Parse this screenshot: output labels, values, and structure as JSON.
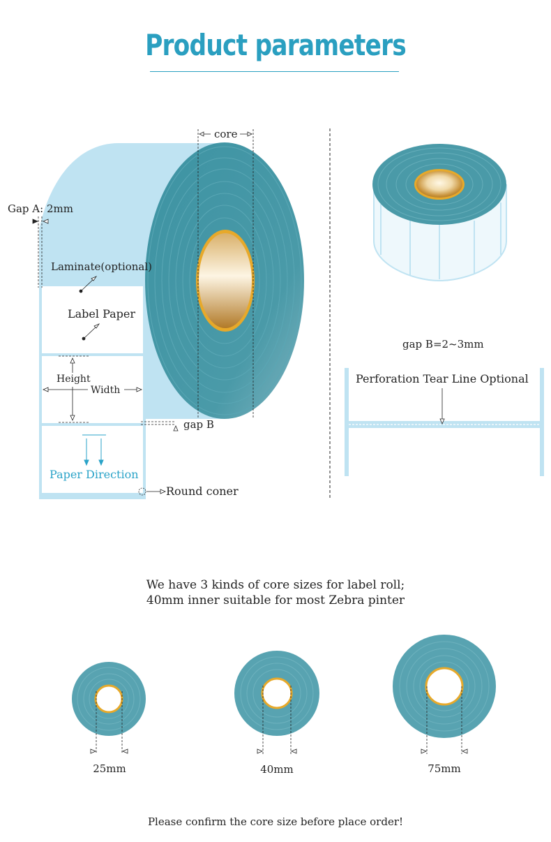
{
  "title": "Product parameters",
  "labels": {
    "core": "core",
    "gap_a": "Gap A: 2mm",
    "laminate": "Laminate(optional)",
    "label_paper": "Label Paper",
    "height": "Height",
    "width": "Width",
    "gap_b": "gap B",
    "paper_direction": "Paper Direction",
    "round_coner": "Round coner",
    "gap_b_value": "gap B=2~3mm",
    "perforation": "Perforation Tear Line Optional"
  },
  "core_sizes_text": {
    "line1": "We have 3 kinds of core sizes for label roll;",
    "line2": "40mm inner suitable for most Zebra pinter"
  },
  "core_sizes": [
    {
      "label": "25mm"
    },
    {
      "label": "40mm"
    },
    {
      "label": "75mm"
    }
  ],
  "footer": "Please confirm the core size before place order!",
  "colors": {
    "accent": "#2a9fc0",
    "roll_teal": "#3d93a3",
    "roll_light": "#bfe3f2",
    "core_gold": "#e7a92a"
  }
}
